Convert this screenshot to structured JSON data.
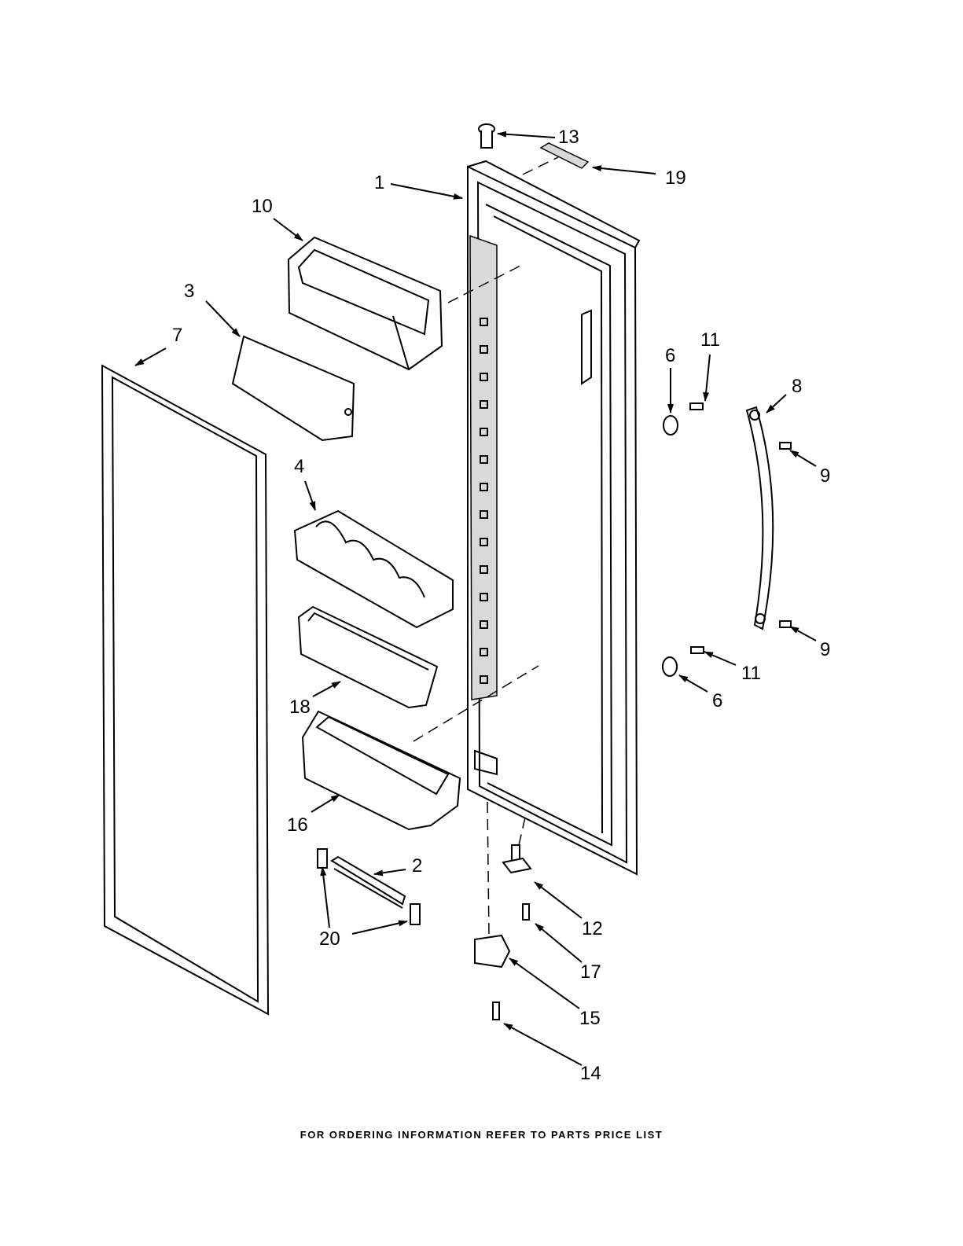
{
  "callouts": {
    "c1": "1",
    "c2": "2",
    "c3": "3",
    "c4": "4",
    "c6a": "6",
    "c6b": "6",
    "c7": "7",
    "c8": "8",
    "c9a": "9",
    "c9b": "9",
    "c10": "10",
    "c11a": "11",
    "c11b": "11",
    "c12": "12",
    "c13": "13",
    "c14": "14",
    "c15": "15",
    "c16": "16",
    "c17": "17",
    "c18": "18",
    "c19": "19",
    "c20": "20"
  },
  "footer": "FOR ORDERING INFORMATION REFER TO PARTS PRICE LIST"
}
